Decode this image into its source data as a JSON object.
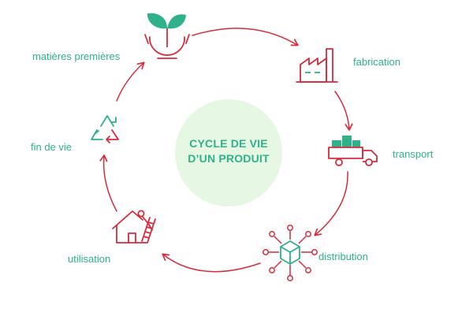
{
  "center": {
    "line1": "CYCLE DE VIE",
    "line2": "D’UN PRODUIT"
  },
  "stages": {
    "matieres_premieres": "matières premières",
    "fabrication": "fabrication",
    "transport": "transport",
    "distribution": "distribution",
    "utilisation": "utilisation",
    "fin_de_vie": "fin de vie"
  },
  "icons": {
    "matieres_premieres": "plant-in-hands-icon",
    "fabrication": "factory-icon",
    "transport": "delivery-truck-icon",
    "distribution": "distribution-box-network-icon",
    "utilisation": "house-with-worker-icon",
    "fin_de_vie": "recycle-icon"
  },
  "colors": {
    "accent_red": "#d72b3c",
    "accent_green": "#2fb189",
    "center_fill": "#e6f7e4"
  }
}
